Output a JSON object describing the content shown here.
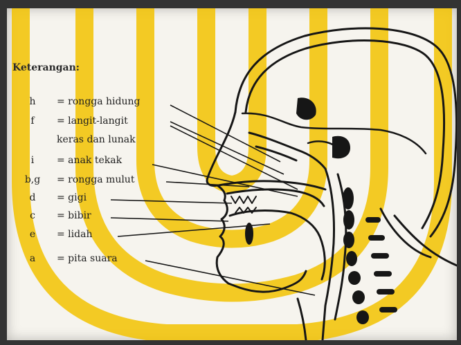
{
  "legend": {
    "title": "Keterangan:",
    "items": [
      {
        "code": "h",
        "text": "= rongga hidung"
      },
      {
        "code": "f",
        "text": "= langit-langit"
      },
      {
        "code": "i",
        "text": "= anak tekak"
      },
      {
        "code": "b,g",
        "text": "= rongga mulut"
      },
      {
        "code": "d",
        "text": "= gigi"
      },
      {
        "code": "c",
        "text": "= bibir"
      },
      {
        "code": "e",
        "text": "= lidah"
      },
      {
        "code": "a",
        "text": "= pita suara"
      }
    ],
    "continuation": "keras dan lunak"
  },
  "colors": {
    "watermark": "#f2c200",
    "ink": "#161616",
    "paper": "#f6f4ee"
  }
}
